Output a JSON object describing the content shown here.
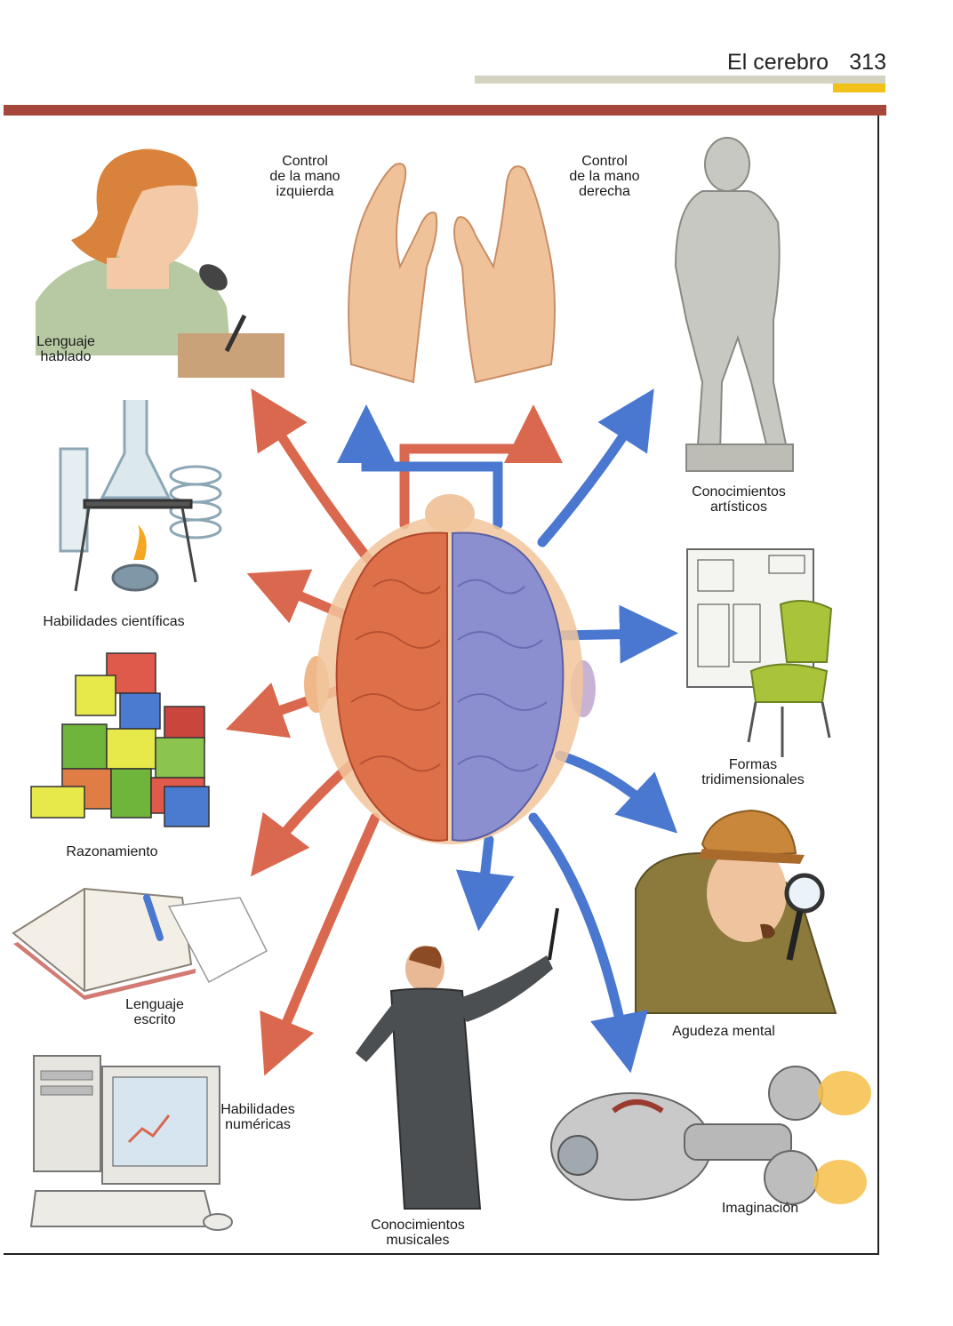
{
  "header": {
    "title": "El cerebro",
    "page_number": "313"
  },
  "labels": {
    "spoken_language": [
      "Lenguaje",
      "hablado"
    ],
    "left_hand": [
      "Control",
      "de la mano",
      "izquierda"
    ],
    "right_hand": [
      "Control",
      "de la mano",
      "derecha"
    ],
    "artistic": [
      "Conocimientos",
      "artísticos"
    ],
    "scientific": "Habilidades científicas",
    "three_d": [
      "Formas",
      "tridimensionales"
    ],
    "reasoning": "Razonamiento",
    "mental": "Agudeza mental",
    "written": [
      "Lenguaje",
      "escrito"
    ],
    "numeric": [
      "Habilidades",
      "numéricas"
    ],
    "musical": [
      "Conocimientos",
      "musicales"
    ],
    "imagination": "Imaginación"
  },
  "colors": {
    "left_hemisphere": "#dd7048",
    "right_hemisphere": "#8b8fcf",
    "left_arrow": "#d9684f",
    "right_arrow": "#4a78d0",
    "frame_band": "#a6473c",
    "accent_tab": "#f2c21a"
  }
}
